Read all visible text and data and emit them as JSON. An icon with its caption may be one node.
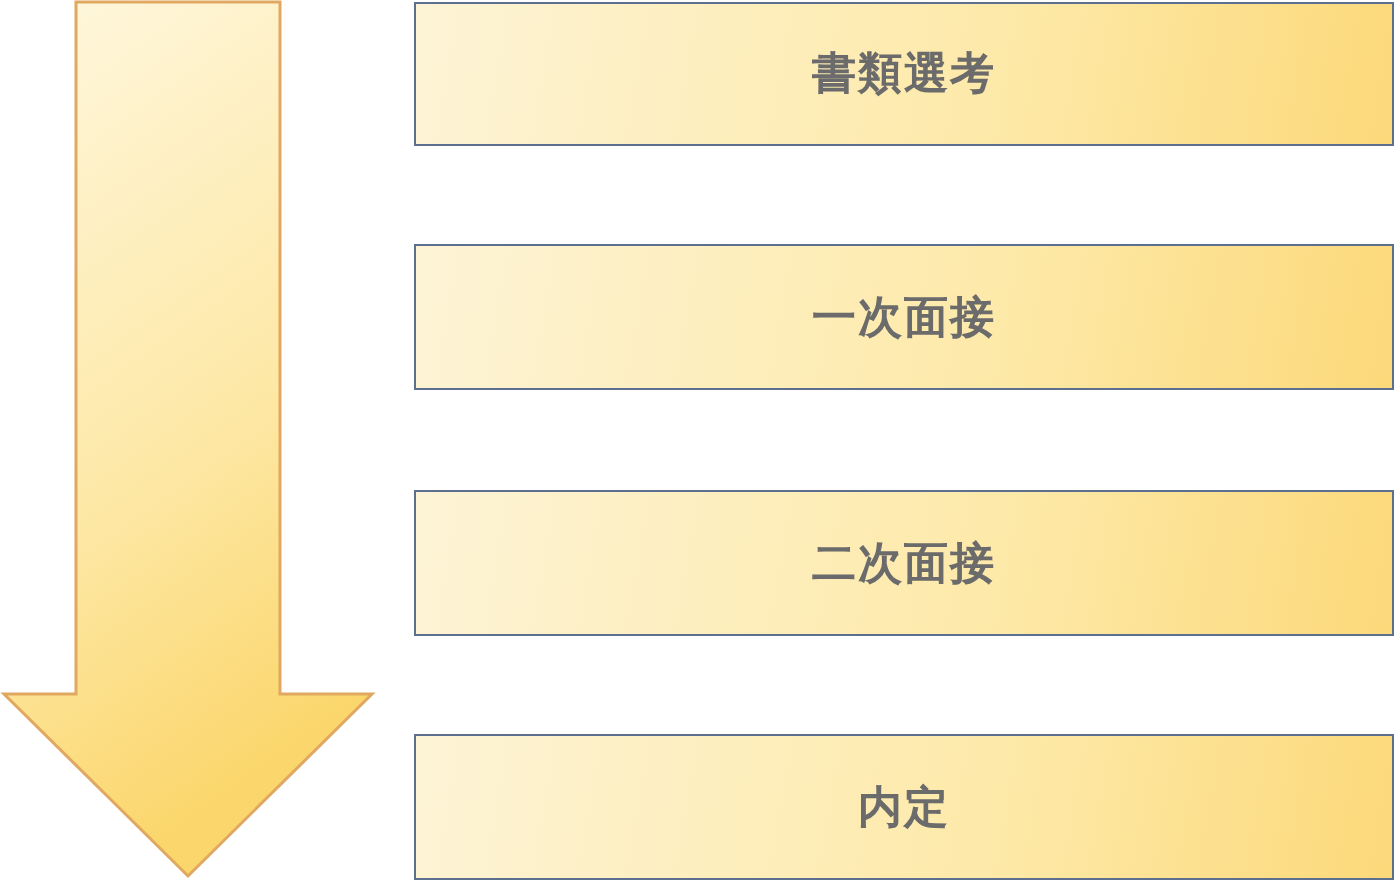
{
  "diagram": {
    "nodes": [
      {
        "text": [
          "書類選考"
        ]
      },
      {
        "text": [
          "一次面接"
        ]
      },
      {
        "text": [
          "二次面接"
        ]
      },
      {
        "text": [
          "内定"
        ]
      }
    ]
  }
}
